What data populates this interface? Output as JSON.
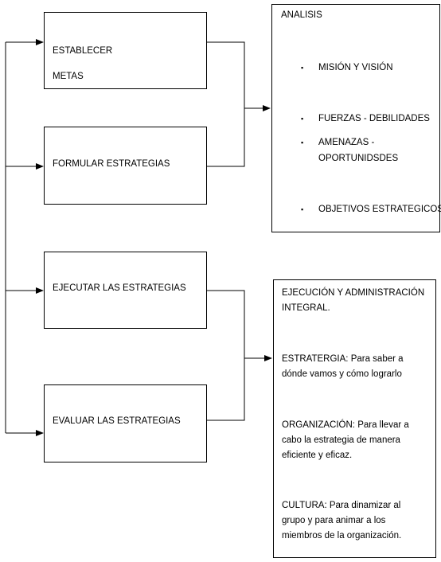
{
  "steps": {
    "establecer": [
      "ESTABLECER",
      "METAS"
    ],
    "formular": "FORMULAR ESTRATEGIAS",
    "ejecutar": "EJECUTAR LAS  ESTRATEGIAS",
    "evaluar": "EVALUAR LAS ESTRATEGIAS"
  },
  "analisis": {
    "title": "ANALISIS",
    "bullet_symbol": "▪",
    "items": [
      "MISIÓN Y VISIÓN",
      "FUERZAS   -   DEBILIDADES",
      [
        "AMENAZAS   -",
        "OPORTUNIDSDES"
      ],
      "OBJETIVOS ESTRATEGICOS"
    ]
  },
  "ejecucion": {
    "title": [
      "EJECUCIÓN Y ADMINISTRACIÓN",
      "INTEGRAL."
    ],
    "estrategia": [
      "ESTRATERGIA:  Para saber a",
      "dónde vamos  y cómo lograrlo"
    ],
    "organizacion": [
      "ORGANIZACIÓN: Para llevar a",
      "cabo la estrategia de manera",
      "eficiente y eficaz."
    ],
    "cultura": [
      "CULTURA: Para dinamizar  al",
      "grupo y para animar a los",
      "miembros de la organización."
    ]
  }
}
